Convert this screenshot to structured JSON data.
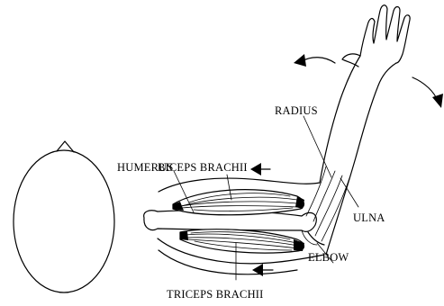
{
  "labels": {
    "radius": "RADIUS",
    "biceps": "BICEPS BRACHII",
    "humerus": "HUMERUS",
    "ulna": "ULNA",
    "elbow": "ELBOW",
    "triceps": "TRICEPS BRACHII"
  },
  "icons": {
    "rotation_arrows": "curved-arrow-icon",
    "contraction_arrows": "left-arrow-icon"
  }
}
